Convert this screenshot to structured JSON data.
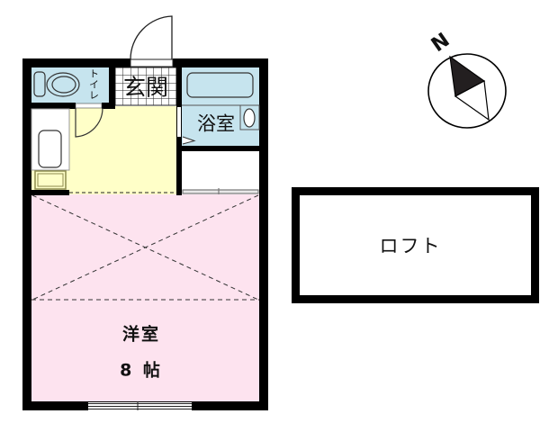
{
  "floor_plan": {
    "rooms": {
      "entrance": {
        "label": "玄関"
      },
      "toilet": {
        "label": "トイレ"
      },
      "bathroom": {
        "label": "浴室"
      },
      "western_room": {
        "label": "洋室",
        "size": "8 帖"
      },
      "loft": {
        "label": "ロフト"
      }
    },
    "compass": {
      "north_label": "N"
    }
  },
  "colors": {
    "wall": "#000000",
    "wet_area": "#c6e4ee",
    "kitchen_floor": "#ffffc8",
    "room_floor": "#fde3ef",
    "stove": "#8c8a4e"
  }
}
